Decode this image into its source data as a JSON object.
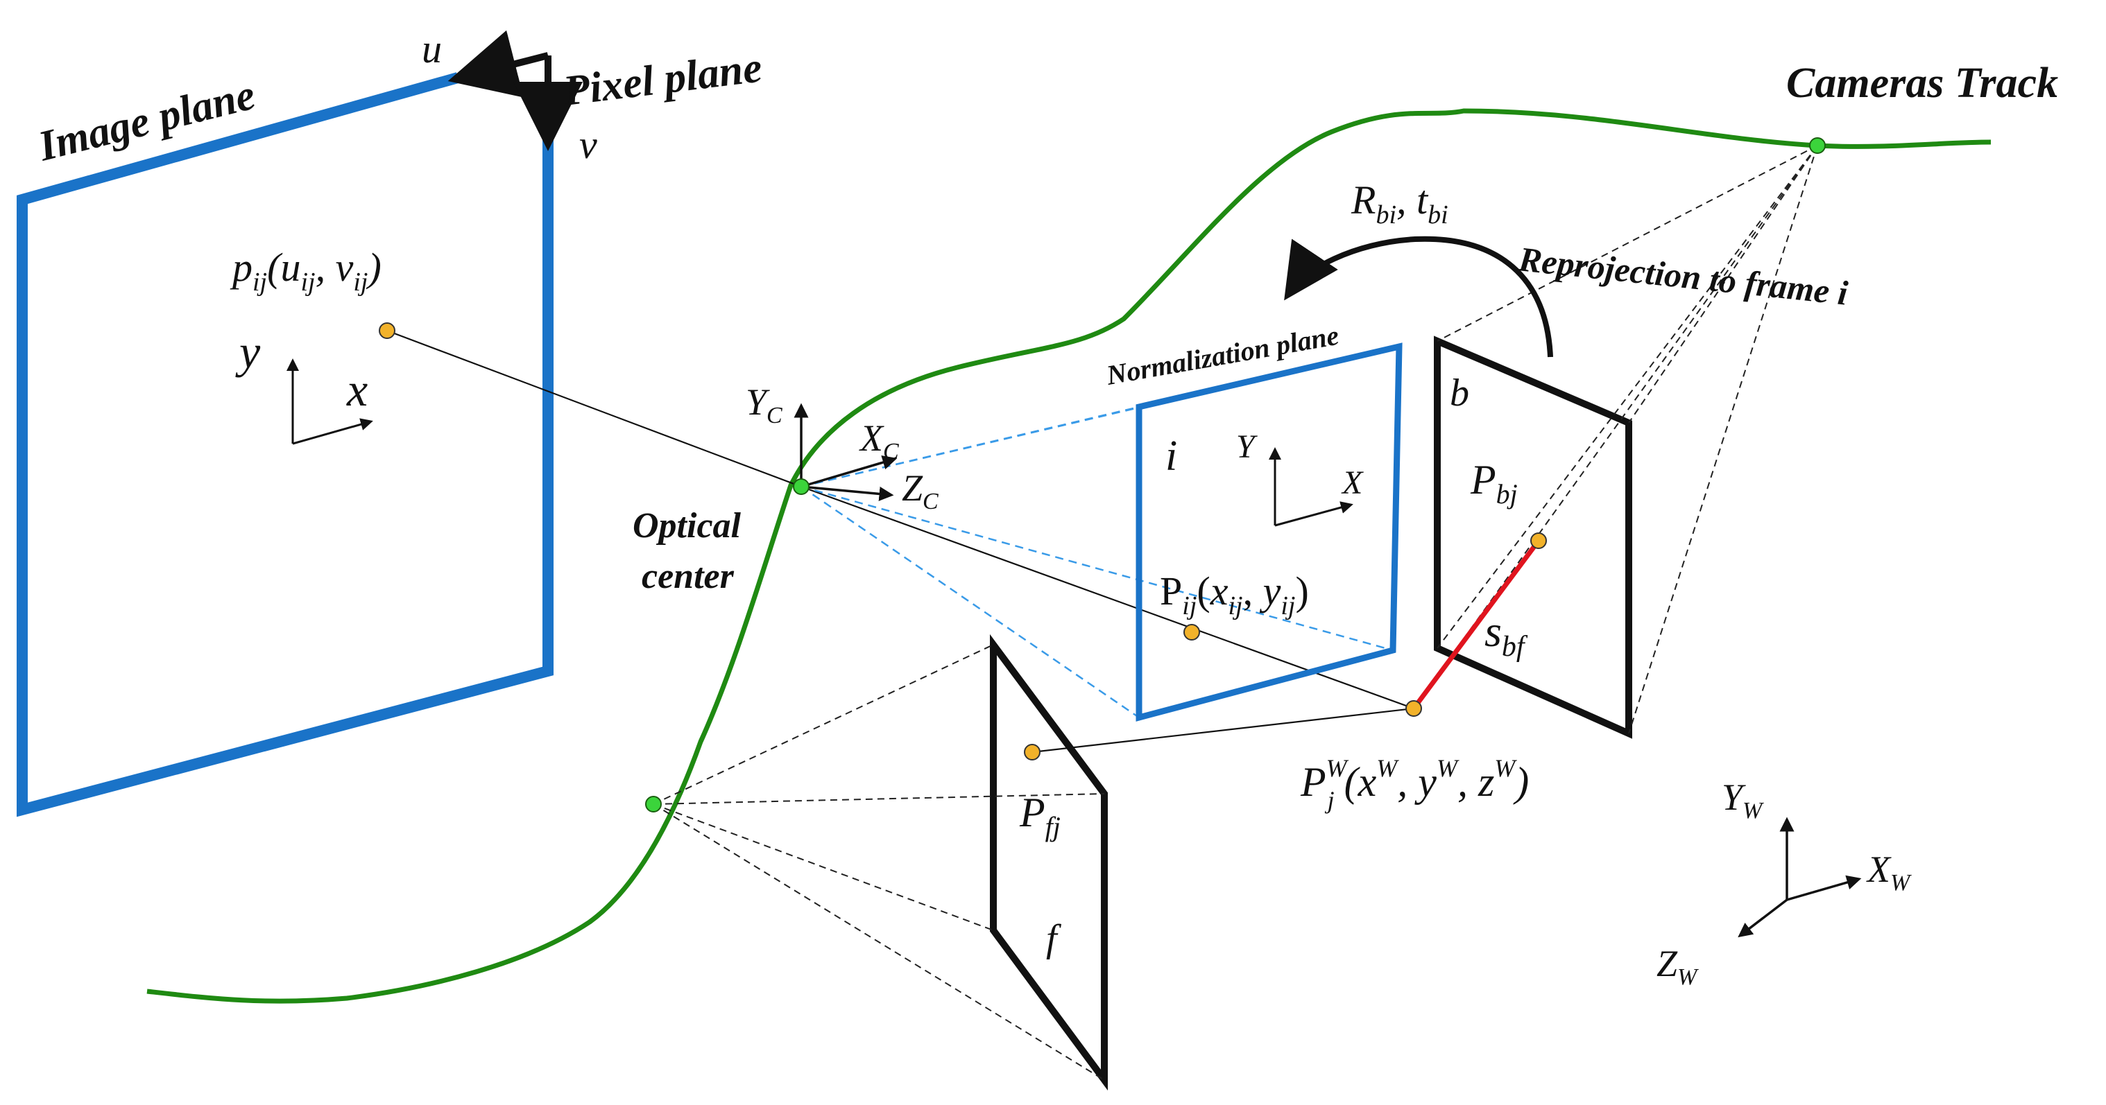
{
  "labels": {
    "image_plane": "Image plane",
    "pixel_plane": "Pixel plane",
    "u": "u",
    "v": "v",
    "cameras_track": "Cameras Track",
    "optical_center_1": "Optical",
    "optical_center_2": "center",
    "normalization_plane": "Normalization plane",
    "reprojection": "Reprojection to frame i",
    "frame_i": "i",
    "frame_b": "b",
    "frame_f": "f",
    "img_x": "x",
    "img_y": "y",
    "norm_X": "X",
    "norm_Y": "Y"
  },
  "math": {
    "p_ij": {
      "p": "p",
      "ij": "ij",
      "u": "u",
      "v": "v",
      "sub": "ij"
    },
    "P_ij": {
      "P": "P",
      "ij": "ij",
      "x": "x",
      "y": "y",
      "sub": "ij"
    },
    "P_bj": {
      "P": "P",
      "sub": "bj"
    },
    "P_fj": {
      "P": "P",
      "sub": "fj"
    },
    "s_bf": {
      "s": "s",
      "sub": "bf"
    },
    "R_t": {
      "R": "R",
      "t": "t",
      "sub": "bi"
    },
    "Pw": {
      "P": "P",
      "j": "j",
      "W": "W",
      "x": "x",
      "y": "y",
      "z": "z"
    },
    "cam_axes": {
      "Y": "Y",
      "X": "X",
      "Z": "Z",
      "sub": "C"
    },
    "world_axes": {
      "Y": "Y",
      "X": "X",
      "Z": "Z",
      "sub": "W"
    }
  },
  "colors": {
    "plane_blue": "#1a73c8",
    "track_green": "#1f8a12",
    "point_orange": "#f2b22a",
    "center_green": "#3bd43b",
    "segment_red": "#e0141e",
    "dash_blue": "#3a9be8"
  }
}
